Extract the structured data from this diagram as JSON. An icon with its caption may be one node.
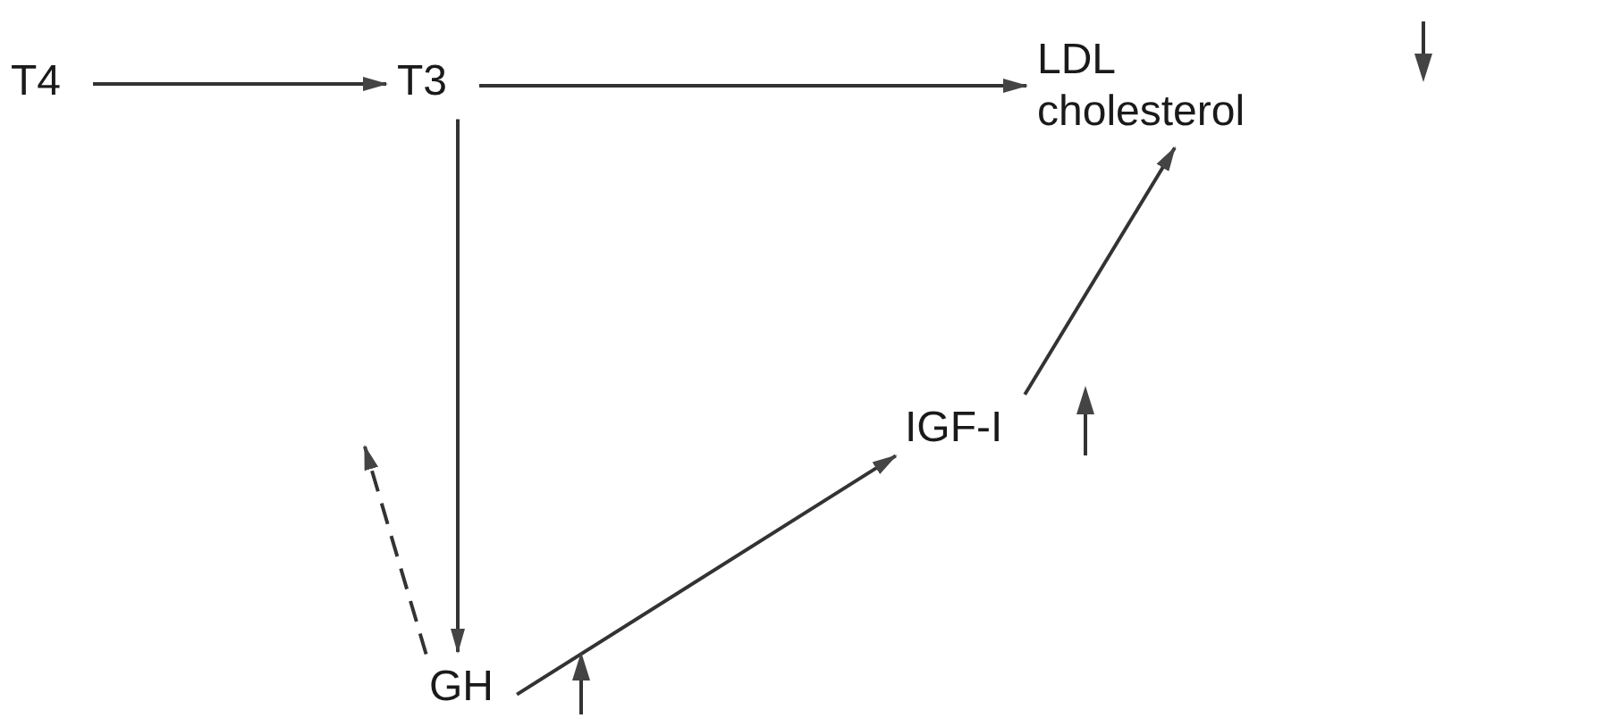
{
  "diagram": {
    "nodes": [
      {
        "text": [
          "T4"
        ]
      },
      {
        "text": [
          "T3"
        ]
      },
      {
        "text": [
          "LDL cholesterol"
        ]
      },
      {
        "text": [
          "GH"
        ]
      },
      {
        "text": [
          "IGF-I"
        ]
      }
    ],
    "edges": [
      {
        "from": 0,
        "to": 1,
        "arrow": "to"
      },
      {
        "from": 1,
        "to": 2,
        "arrow": "to"
      },
      {
        "from": 1,
        "to": 3,
        "arrow": "to"
      },
      {
        "from": 3,
        "to": null,
        "arrow": "to",
        "style": "dashed"
      },
      {
        "from": 3,
        "to": 4,
        "arrow": "to"
      },
      {
        "from": 4,
        "to": 2,
        "arrow": "to"
      }
    ]
  }
}
